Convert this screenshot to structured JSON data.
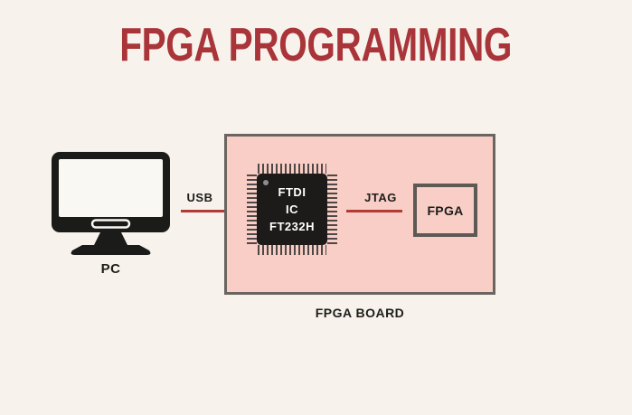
{
  "title": {
    "text": "FPGA PROGRAMMING"
  },
  "pc": {
    "label": "PC"
  },
  "links": {
    "usb": {
      "label": "USB"
    },
    "jtag": {
      "label": "JTAG"
    }
  },
  "chip": {
    "lines": [
      "FTDI",
      "IC",
      "FT232H"
    ]
  },
  "fpga_box": {
    "label": "FPGA"
  },
  "board": {
    "label": "FPGA BOARD"
  },
  "colors": {
    "background": "#F7F3EC",
    "title": "#A93439",
    "line": "#B23B33",
    "board_fill": "#F8CEC6",
    "board_border": "#6A6560",
    "box_border": "#5D5955",
    "chip_body": "#1D1B1A",
    "chip_pin": "#4D4845",
    "chip_text": "#FFFFFF",
    "icon": "#1B1B19",
    "label_text": "#1D1D1B",
    "screen": "#FAF8F2"
  }
}
